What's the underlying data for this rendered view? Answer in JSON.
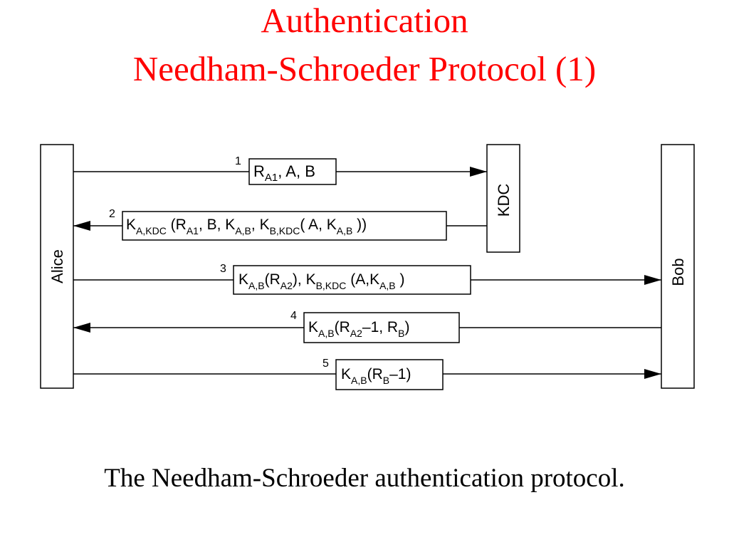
{
  "title": {
    "line1": "Authentication",
    "line2": "Needham-Schroeder Protocol (1)"
  },
  "caption": "The Needham-Schroeder authentication protocol.",
  "colors": {
    "title": "#ff0000",
    "ink": "#000000"
  },
  "diagram": {
    "actors": {
      "alice": "Alice",
      "kdc": "KDC",
      "bob": "Bob"
    },
    "messages": [
      {
        "number": "1"
      },
      {
        "number": "2"
      },
      {
        "number": "3"
      },
      {
        "number": "4"
      },
      {
        "number": "5"
      }
    ],
    "symbols": {
      "K": "K",
      "R": "R",
      "A": "A",
      "B": "B",
      "A1": "A1",
      "A2": "A2",
      "AKDC": "A,KDC",
      "BKDC": "B,KDC",
      "AB": "A,B",
      "minus1": "–1",
      "minus": "–",
      "one": "1"
    }
  }
}
